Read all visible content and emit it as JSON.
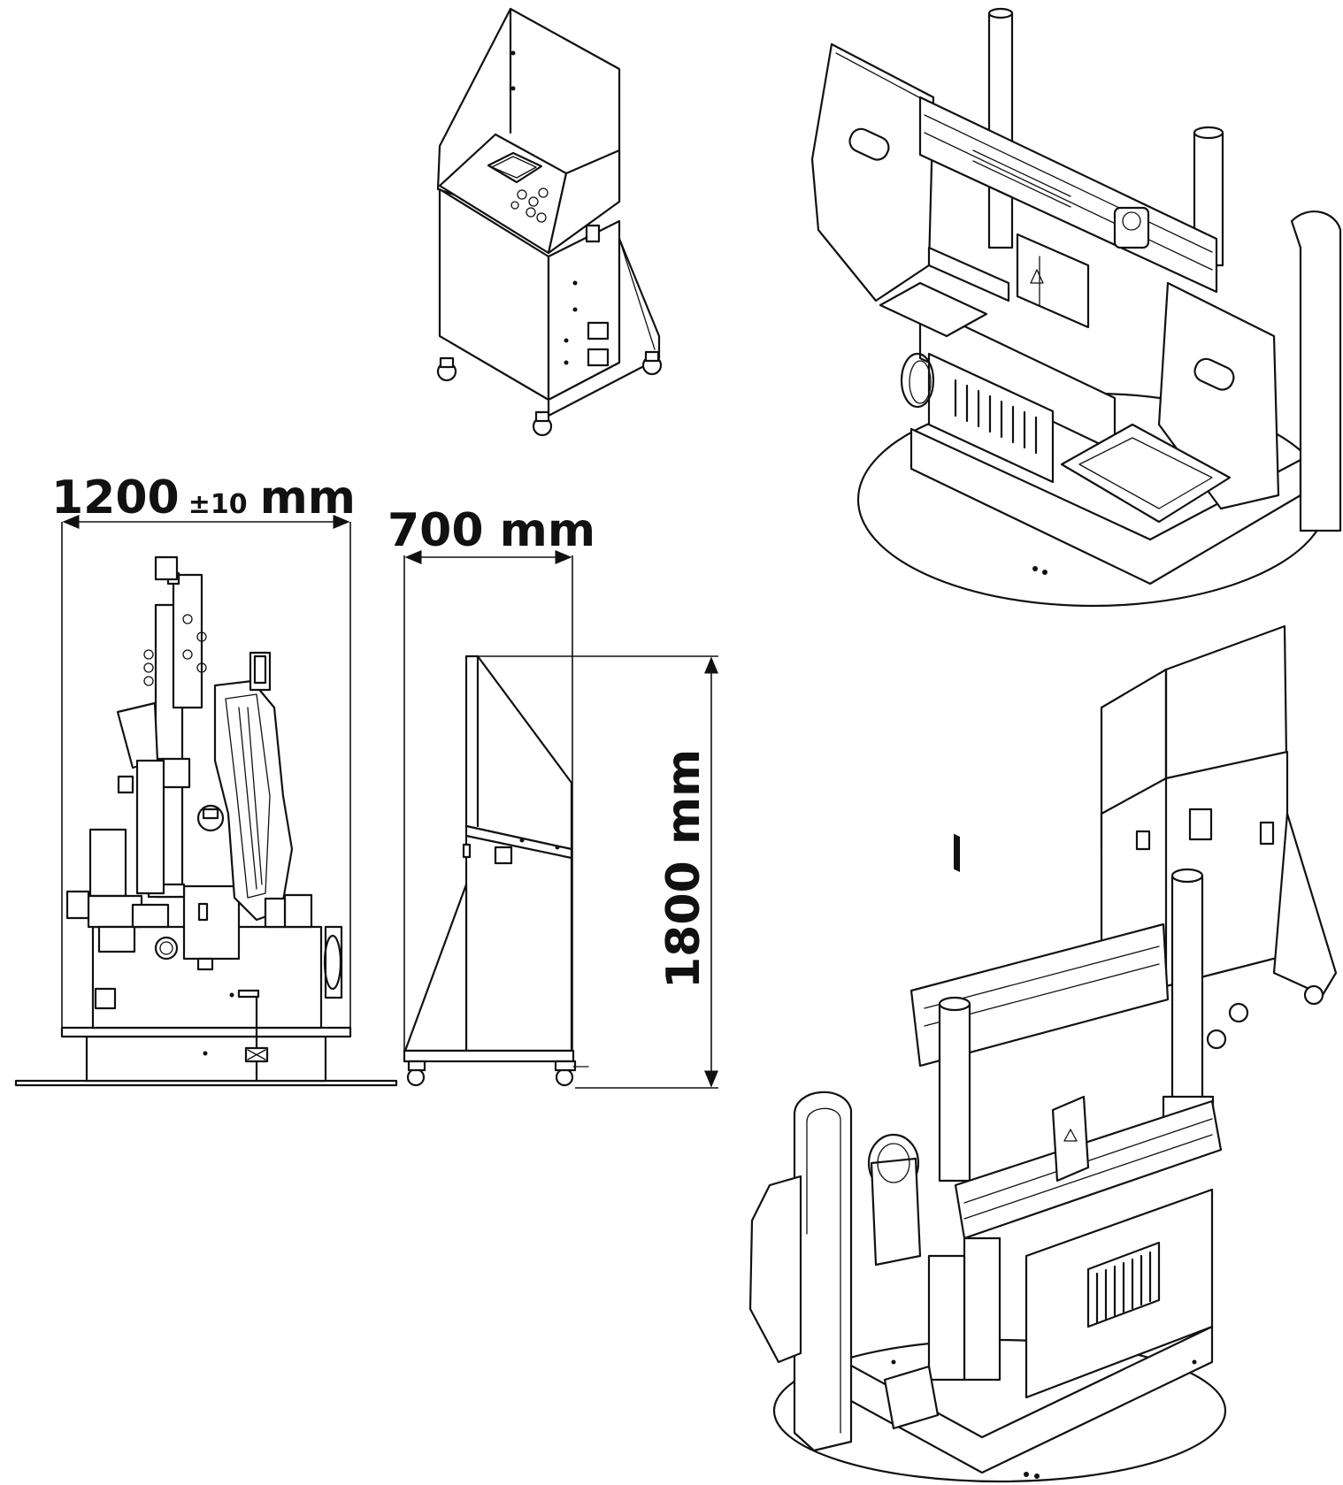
{
  "dimensions": {
    "width_main": "1200",
    "width_tolerance": "±10",
    "width_unit": "mm",
    "depth_console": "700 mm",
    "height_console": "1800 mm"
  },
  "colors": {
    "line": "#111111",
    "background": "#ffffff"
  }
}
